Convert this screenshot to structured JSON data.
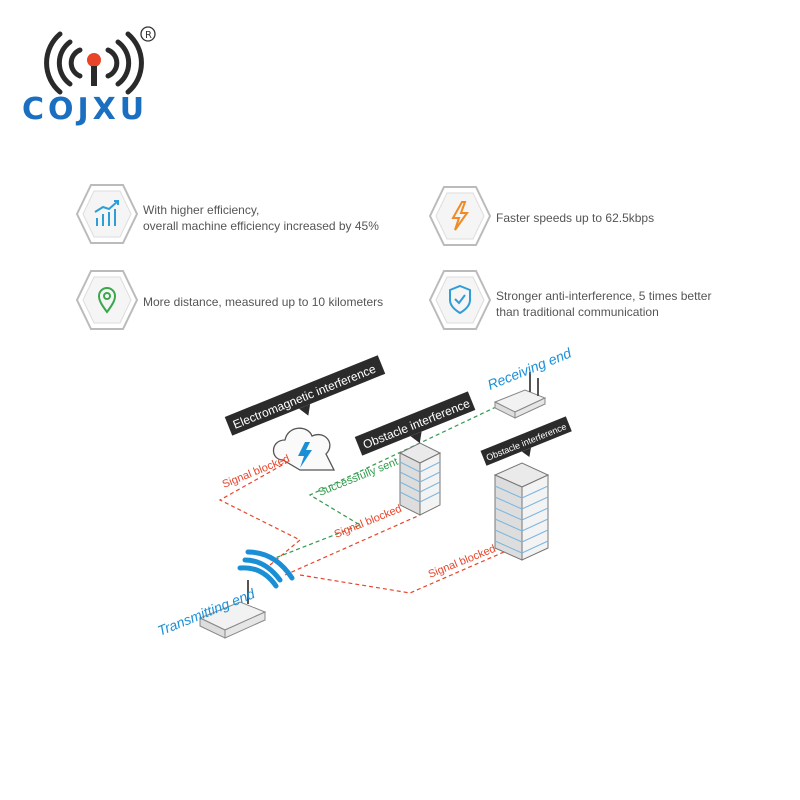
{
  "brand": {
    "name": "COJXU",
    "registered": "®"
  },
  "features": [
    {
      "icon": "efficiency-chart-icon",
      "line1": "With higher efficiency,",
      "line2": "overall machine efficiency increased by 45%"
    },
    {
      "icon": "lightning-icon",
      "line1": "Faster speeds up to 62.5kbps",
      "line2": ""
    },
    {
      "icon": "location-pin-icon",
      "line1": "More distance, measured up to 10 kilometers",
      "line2": ""
    },
    {
      "icon": "shield-check-icon",
      "line1": "Stronger anti-interference, 5 times better",
      "line2": "than traditional communication"
    }
  ],
  "diagram": {
    "em_interference": "Electromagnetic interference",
    "obstacle_interference_1": "Obstacle interference",
    "obstacle_interference_2": "Obstacle interference",
    "receiving_end": "Receiving end",
    "transmitting_end": "Transmitting end",
    "signal_blocked_1": "Signal blocked",
    "signal_blocked_2": "Signal blocked",
    "signal_blocked_3": "Signal blocked",
    "successfully_sent": "Successfully sent"
  },
  "colors": {
    "brand": "#1b6fc0",
    "blocked": "#e8442a",
    "success": "#2e9a4a",
    "accent_blue": "#1b8fd6",
    "label_bg": "#2b2b2b"
  }
}
